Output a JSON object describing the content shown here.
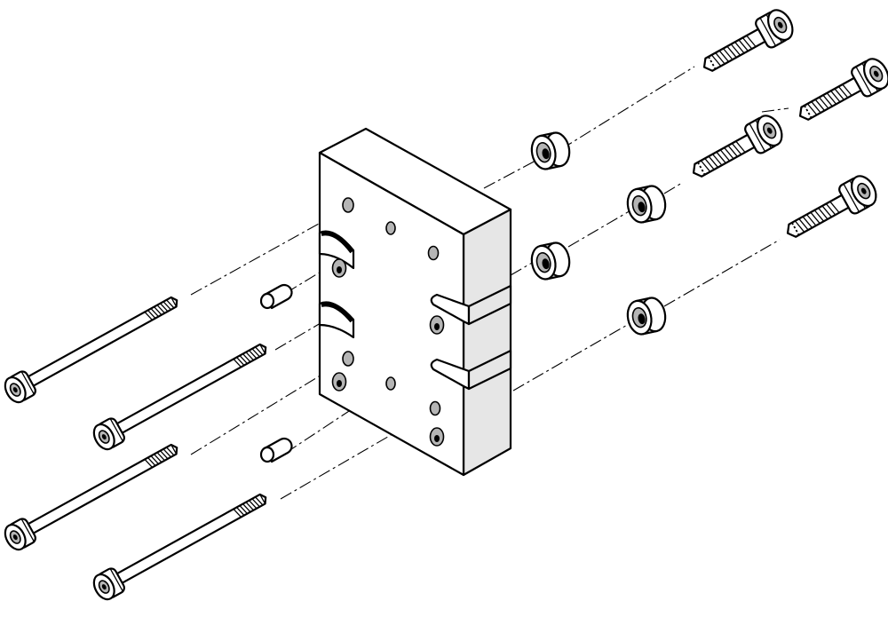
{
  "colors": {
    "background": "#ffffff",
    "line": "#000000",
    "shade": "#e6e6e6",
    "hole": "#b5b5b5"
  },
  "parts": {
    "plate": "adapter-plate",
    "long_screws": 4,
    "short_screws": 4,
    "centering_sleeves": 4,
    "dowel_pins": 2
  }
}
